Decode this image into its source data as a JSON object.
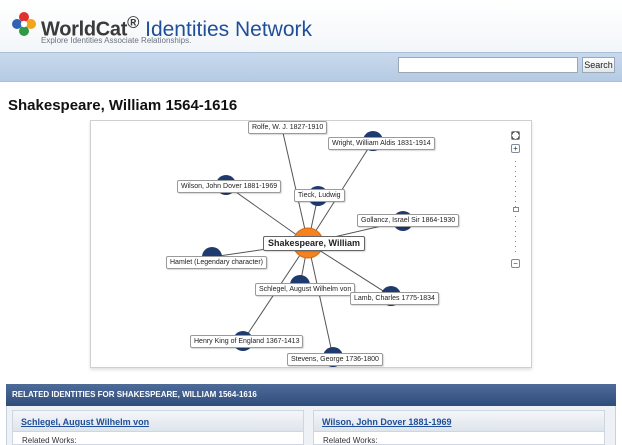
{
  "header": {
    "brand_name": "WorldCat",
    "brand_mark": "®",
    "product_name": "Identities Network",
    "tagline": "Explore Identities Associate Relationships."
  },
  "search": {
    "value": "",
    "button_label": "Search"
  },
  "page": {
    "title": "Shakespeare, William 1564-1616"
  },
  "graph": {
    "center": "Shakespeare, William",
    "nodes": [
      "Rolfe, W. J. 1827-1910",
      "Wright, William Aldis 1831-1914",
      "Wilson, John Dover 1881-1969",
      "Tieck, Ludwig",
      "Gollancz, Israel Sir 1864-1930",
      "Hamlet (Legendary character)",
      "Schlegel, August Wilhelm von",
      "Lamb, Charles 1775-1834",
      "Henry King of England 1367-1413",
      "Stevens, George 1736-1800"
    ],
    "colors": {
      "center_node": "#f58220",
      "node": "#1e3a6e",
      "edge": "#555555"
    },
    "controls": {
      "zoom_in": "+",
      "zoom_out": "−"
    }
  },
  "related": {
    "header": "RELATED IDENTITIES FOR SHAKESPEARE, WILLIAM 1564-1616",
    "cards": [
      {
        "name": "Schlegel, August Wilhelm von",
        "sub_label": "Related Works:"
      },
      {
        "name": "Wilson, John Dover 1881-1969",
        "sub_label": "Related Works:"
      }
    ]
  }
}
